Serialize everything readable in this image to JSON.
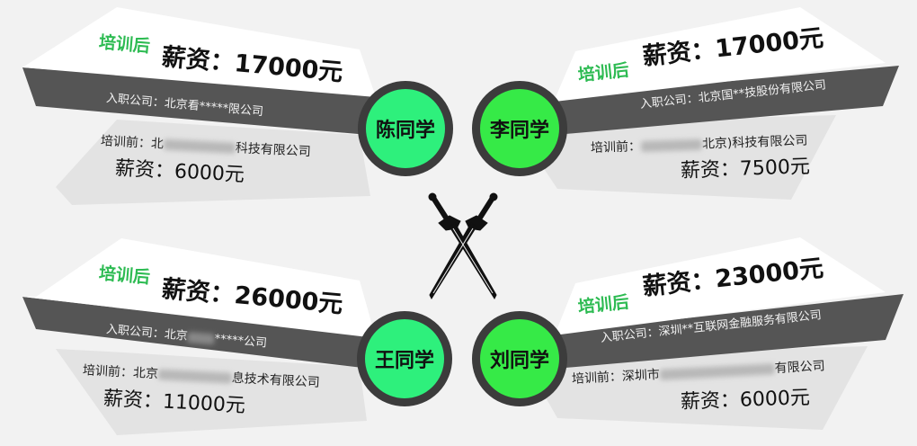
{
  "colors": {
    "background": "#f2f2f2",
    "after_label": "#2dbb52",
    "company_band": "#555555",
    "before_panel": "#e2e2e2",
    "circle_ring": "#3c3c3c",
    "circle_teal": "#2ef07c",
    "circle_lime": "#36ea47"
  },
  "center_icon": "crossed-swords-icon",
  "students": [
    {
      "name": "陈同学",
      "after_label": "培训后",
      "after_salary": "薪资：17000元",
      "new_company": "入职公司：北京看*****限公司",
      "before_company_prefix": "培训前：北",
      "before_company_suffix": "科技有限公司",
      "before_salary": "薪资：6000元"
    },
    {
      "name": "李同学",
      "after_label": "培训后",
      "after_salary": "薪资：17000元",
      "new_company": "入职公司：北京国**技股份有限公司",
      "before_company_prefix": "培训前：",
      "before_company_suffix": "北京)科技有限公司",
      "before_salary": "薪资：7500元"
    },
    {
      "name": "王同学",
      "after_label": "培训后",
      "after_salary": "薪资：26000元",
      "new_company_prefix": "入职公司：北京",
      "new_company_suffix": "*****公司",
      "before_company_prefix": "培训前：北京",
      "before_company_suffix": "息技术有限公司",
      "before_salary": "薪资：11000元"
    },
    {
      "name": "刘同学",
      "after_label": "培训后",
      "after_salary": "薪资：23000元",
      "new_company": "入职公司：深圳**互联网金融服务有限公司",
      "before_company_prefix": "培训前：深圳市",
      "before_company_suffix": "有限公司",
      "before_salary": "薪资：6000元"
    }
  ]
}
